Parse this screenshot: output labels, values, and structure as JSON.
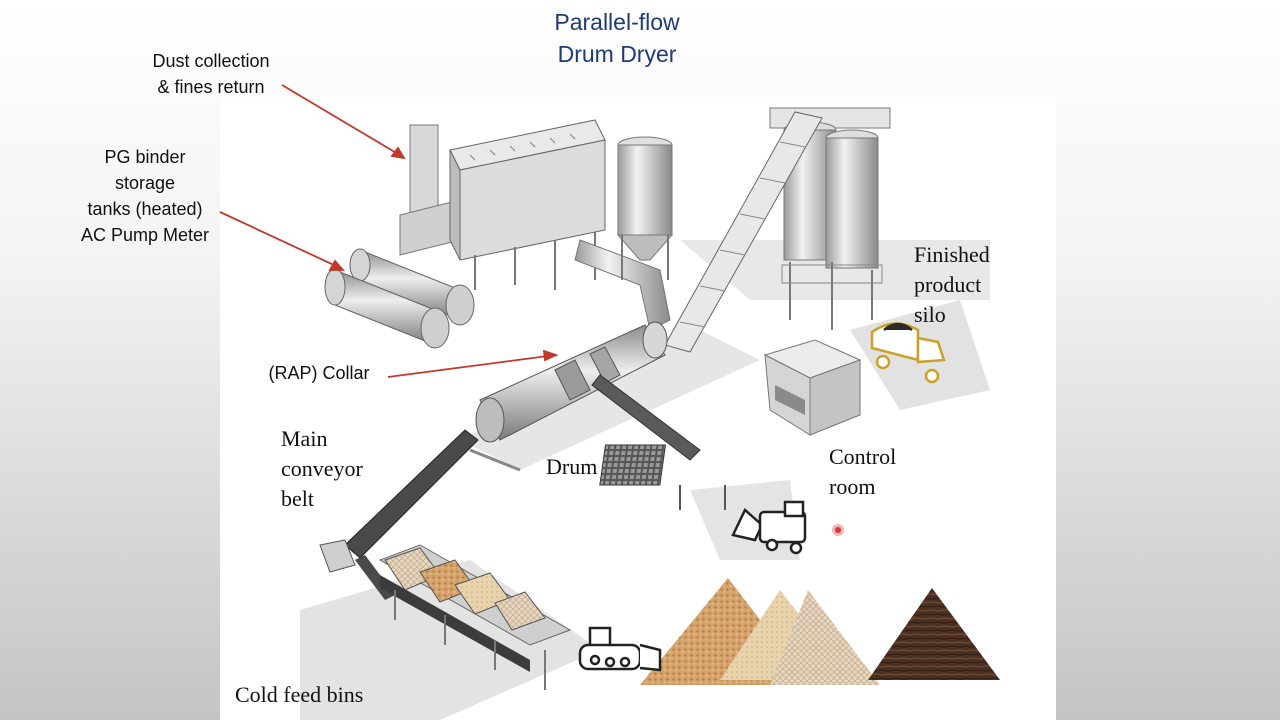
{
  "title": {
    "line1": "Parallel-flow",
    "line2": "Drum Dryer"
  },
  "callouts": {
    "dust": {
      "line1": "Dust collection",
      "line2": "& fines return"
    },
    "binder": {
      "line1": "PG binder",
      "line2": "storage",
      "line3": "tanks (heated)",
      "line4": "AC Pump Meter"
    },
    "collar": {
      "text": "(RAP) Collar"
    }
  },
  "labels": {
    "finished": {
      "line1": "Finished",
      "line2": "product",
      "line3": "silo"
    },
    "conveyor": {
      "line1": "Main",
      "line2": "conveyor",
      "line3": "belt"
    },
    "drum": "Drum",
    "control": {
      "line1": "Control",
      "line2": "room"
    },
    "coldfeed": "Cold feed bins"
  },
  "colors": {
    "title": "#1f3a7a",
    "arrow": "#c0392b",
    "truck_outline": "#c9a227",
    "equipment": "#c9c9c9"
  }
}
